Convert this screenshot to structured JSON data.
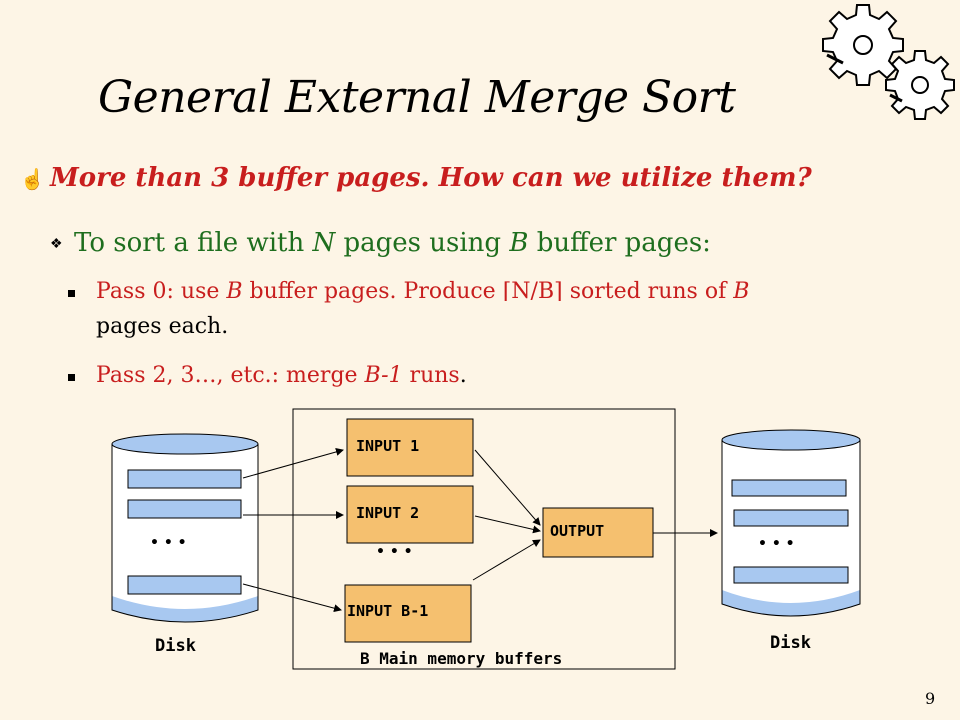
{
  "slide": {
    "title": "General External Merge Sort",
    "question": "More than 3 buffer pages.  How can we utilize them?",
    "bullet1": {
      "pre": "To sort a file with ",
      "n": "N",
      "mid": " pages using ",
      "b": "B",
      "post": " buffer pages:"
    },
    "sub1": {
      "pre": "Pass 0: use ",
      "b": "B",
      "mid": " buffer pages. Produce ",
      "ceil_expr": "⌈N/B⌉",
      "post": " sorted runs of ",
      "b2": "B",
      "line2": "pages each."
    },
    "sub2": {
      "pre": "Pass 2, 3…,  etc.: merge ",
      "expr": "B-1",
      "post": " runs",
      "dot": "."
    },
    "page_number": "9"
  },
  "diagram": {
    "left_disk_label": "Disk",
    "right_disk_label": "Disk",
    "ellipsis": "• • •",
    "buffers": {
      "input1": "INPUT 1",
      "input2": "INPUT 2",
      "input_b1": "INPUT B-1",
      "output": "OUTPUT"
    },
    "memory_label": "B Main memory buffers",
    "colors": {
      "buffer_fill": "#f5c06f",
      "disk_fill": "#a8c8f0",
      "disk_body": "#ffffff"
    }
  }
}
